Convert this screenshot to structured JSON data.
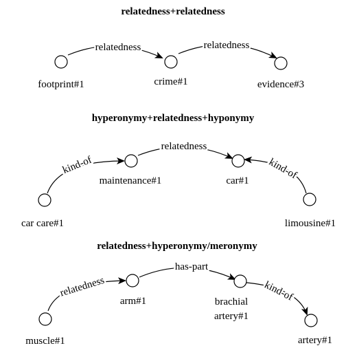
{
  "diagrams": [
    {
      "title": "relatedness+relatedness",
      "nodes": [
        "footprint#1",
        "crime#1",
        "evidence#3"
      ],
      "edges": [
        "relatedness",
        "relatedness"
      ]
    },
    {
      "title": "hyperonymy+relatedness+hyponymy",
      "nodes": [
        "car care#1",
        "maintenance#1",
        "car#1",
        "limousine#1"
      ],
      "edges": [
        "kind-of",
        "relatedness",
        "kind-of"
      ]
    },
    {
      "title": "relatedness+hyperonymy/meronymy",
      "nodes": [
        "muscle#1",
        "arm#1",
        "brachial",
        "artery#1",
        "artery#1"
      ],
      "edges": [
        "relatedness",
        "has-part",
        "kind-of"
      ]
    }
  ]
}
